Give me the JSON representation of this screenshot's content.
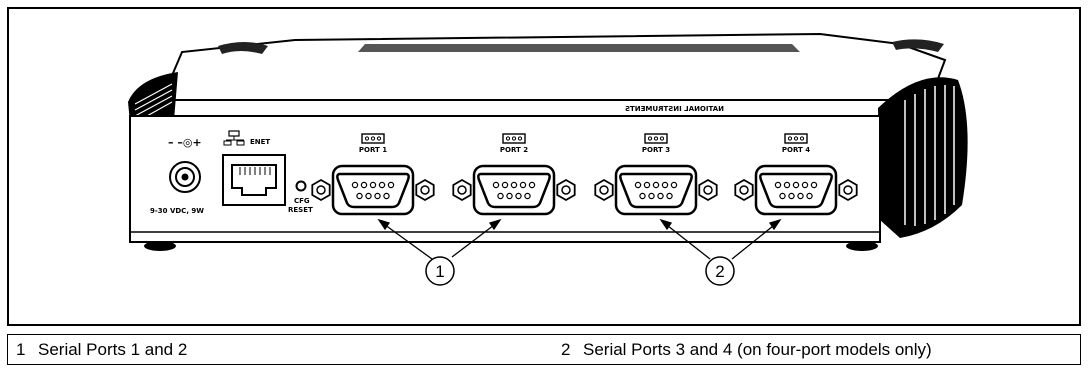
{
  "device": {
    "brand_mirrored": "NATIONAL INSTRUMENTS",
    "power_polarity": "– –◎+",
    "power_label": "9-30 VDC, 9W",
    "enet_label": "ENET",
    "cfg_label": "CFG",
    "reset_label": "RESET",
    "ports": [
      "PORT 1",
      "PORT 2",
      "PORT 3",
      "PORT 4"
    ],
    "port_icon": "ioioi-icon"
  },
  "callouts": [
    {
      "number": "1"
    },
    {
      "number": "2"
    }
  ],
  "legend": [
    {
      "number": "1",
      "text": "Serial Ports 1 and 2"
    },
    {
      "number": "2",
      "text": "Serial Ports 3 and 4 (on four-port models only)"
    }
  ]
}
